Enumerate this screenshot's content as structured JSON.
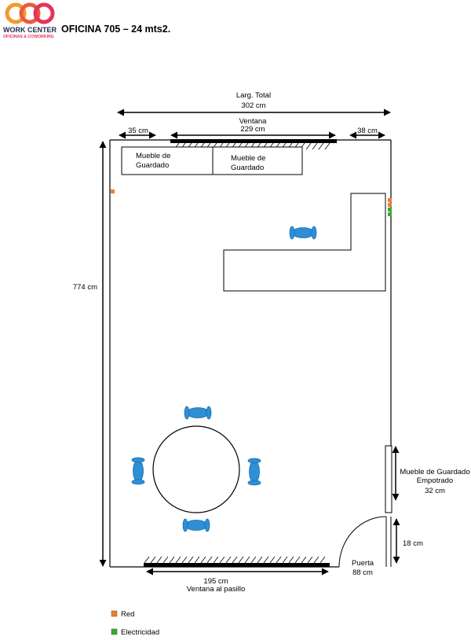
{
  "header": {
    "logo_text": "WORK CENTER",
    "logo_subtext": "OFICINAS & COWORKING",
    "title": "OFICINA 705 – 24 mts2."
  },
  "dimensions": {
    "total_width_label": "Larg. Total",
    "total_width_value": "302 cm",
    "window_label": "Ventana",
    "window_value": "229 cm",
    "left_gap": "35 cm",
    "right_gap": "38 cm",
    "height": "774 cm",
    "hall_window_value": "195 cm",
    "hall_window_label": "Ventana al pasillo",
    "door_side": "18 cm"
  },
  "furniture": {
    "storage_1_line1": "Mueble de",
    "storage_1_line2": "Guardado",
    "storage_2_line1": "Mueble de",
    "storage_2_line2": "Guardado",
    "built_in_line1": "Mueble de Guardado",
    "built_in_line2": "Empotrado",
    "built_in_line3": "32 cm"
  },
  "door": {
    "label": "Puerta",
    "value": "88 cm"
  },
  "legend": {
    "items": [
      {
        "label": "Red",
        "color": "#ed7d31"
      },
      {
        "label": "Electricidad",
        "color": "#3aaa35"
      }
    ]
  },
  "colors": {
    "chair": "#2e8fd6",
    "chair_outline": "#1a6fb0",
    "network": "#ed7d31",
    "power": "#3aaa35",
    "logo_red": "#e8325a",
    "logo_orange": "#f29a2e"
  }
}
